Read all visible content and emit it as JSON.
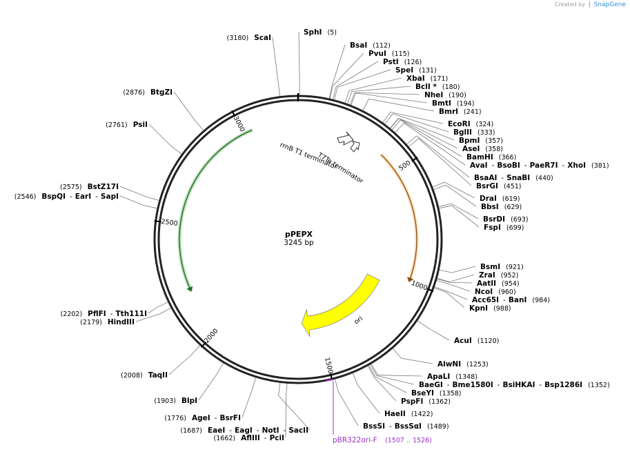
{
  "credit": {
    "prefix": "Created by",
    "brand": "SnapGene"
  },
  "plasmid": {
    "name": "pPEPX",
    "size_label": "3245 bp",
    "length": 3245
  },
  "ticks": [
    {
      "pos": 500,
      "label": "500"
    },
    {
      "pos": 1000,
      "label": "1000"
    },
    {
      "pos": 1500,
      "label": "1500"
    },
    {
      "pos": 2000,
      "label": "2000"
    },
    {
      "pos": 2500,
      "label": "2500"
    },
    {
      "pos": 3000,
      "label": "3000"
    }
  ],
  "features": [
    {
      "name": "orange-arc",
      "start": 400,
      "end": 1000,
      "color": "#f0a030",
      "dir": "cw",
      "label": ""
    },
    {
      "name": "ori",
      "start": 1050,
      "end": 1600,
      "color": "#ffff00",
      "dir": "ccw",
      "label": "ori"
    },
    {
      "name": "green-arc",
      "start": 2200,
      "end": 3040,
      "color": "#2a9a2a",
      "dir": "ccw",
      "label": ""
    },
    {
      "name": "rrnb-terminator",
      "label": "rrnB T1 terminator"
    },
    {
      "name": "t7te-terminator",
      "label": "T7Te terminator"
    }
  ],
  "primer": {
    "label": "pBR322ori-F",
    "range": "(1507 .. 1526)",
    "color": "#9a2fd0"
  },
  "sites": [
    {
      "pos": 5,
      "segs": [
        {
          "n": "SphI"
        }
      ],
      "num": "(5)",
      "side": "R"
    },
    {
      "pos": 112,
      "segs": [
        {
          "n": "BsaI"
        }
      ],
      "num": "(112)",
      "side": "R"
    },
    {
      "pos": 115,
      "segs": [
        {
          "n": "PvuI"
        }
      ],
      "num": "(115)",
      "side": "R"
    },
    {
      "pos": 126,
      "segs": [
        {
          "n": "PstI"
        }
      ],
      "num": "(126)",
      "side": "R"
    },
    {
      "pos": 131,
      "segs": [
        {
          "n": "SpeI"
        }
      ],
      "num": "(131)",
      "side": "R"
    },
    {
      "pos": 171,
      "segs": [
        {
          "n": "XbaI"
        }
      ],
      "num": "(171)",
      "side": "R"
    },
    {
      "pos": 180,
      "segs": [
        {
          "n": "BclI *"
        }
      ],
      "num": "(180)",
      "side": "R"
    },
    {
      "pos": 190,
      "segs": [
        {
          "n": "NheI"
        }
      ],
      "num": "(190)",
      "side": "R"
    },
    {
      "pos": 194,
      "segs": [
        {
          "n": "BmtI"
        }
      ],
      "num": "(194)",
      "side": "R"
    },
    {
      "pos": 241,
      "segs": [
        {
          "n": "BmrI"
        }
      ],
      "num": "(241)",
      "side": "R"
    },
    {
      "pos": 324,
      "segs": [
        {
          "n": "EcoRI"
        }
      ],
      "num": "(324)",
      "side": "R"
    },
    {
      "pos": 333,
      "segs": [
        {
          "n": "BglII"
        }
      ],
      "num": "(333)",
      "side": "R"
    },
    {
      "pos": 357,
      "segs": [
        {
          "n": "BpmI"
        }
      ],
      "num": "(357)",
      "side": "R"
    },
    {
      "pos": 358,
      "segs": [
        {
          "n": "AseI"
        }
      ],
      "num": "(358)",
      "side": "R"
    },
    {
      "pos": 366,
      "segs": [
        {
          "n": "BamHI"
        }
      ],
      "num": "(366)",
      "side": "R"
    },
    {
      "pos": 381,
      "segs": [
        {
          "n": "AvaI"
        },
        {
          "n": "BsoBI"
        },
        {
          "n": "PaeR7I"
        },
        {
          "n": "XhoI"
        }
      ],
      "num": "(381)",
      "side": "R"
    },
    {
      "pos": 440,
      "segs": [
        {
          "n": "BsaAI"
        },
        {
          "n": "SnaBI"
        }
      ],
      "num": "(440)",
      "side": "R"
    },
    {
      "pos": 451,
      "segs": [
        {
          "n": "BsrGI"
        }
      ],
      "num": "(451)",
      "side": "R"
    },
    {
      "pos": 619,
      "segs": [
        {
          "n": "DraI"
        }
      ],
      "num": "(619)",
      "side": "R"
    },
    {
      "pos": 629,
      "segs": [
        {
          "n": "BbsI"
        }
      ],
      "num": "(629)",
      "side": "R"
    },
    {
      "pos": 693,
      "segs": [
        {
          "n": "BsrDI"
        }
      ],
      "num": "(693)",
      "side": "R"
    },
    {
      "pos": 699,
      "segs": [
        {
          "n": "FspI"
        }
      ],
      "num": "(699)",
      "side": "R"
    },
    {
      "pos": 921,
      "segs": [
        {
          "n": "BsmI"
        }
      ],
      "num": "(921)",
      "side": "R"
    },
    {
      "pos": 952,
      "segs": [
        {
          "n": "ZraI"
        }
      ],
      "num": "(952)",
      "side": "R"
    },
    {
      "pos": 954,
      "segs": [
        {
          "n": "AatII"
        }
      ],
      "num": "(954)",
      "side": "R"
    },
    {
      "pos": 960,
      "segs": [
        {
          "n": "NcoI"
        }
      ],
      "num": "(960)",
      "side": "R"
    },
    {
      "pos": 984,
      "segs": [
        {
          "n": "Acc65I"
        },
        {
          "n": "BanI"
        }
      ],
      "num": "(984)",
      "side": "R"
    },
    {
      "pos": 988,
      "segs": [
        {
          "n": "KpnI"
        }
      ],
      "num": "(988)",
      "side": "R"
    },
    {
      "pos": 1120,
      "segs": [
        {
          "n": "AcuI"
        }
      ],
      "num": "(1120)",
      "side": "R"
    },
    {
      "pos": 1253,
      "segs": [
        {
          "n": "AlwNI"
        }
      ],
      "num": "(1253)",
      "side": "R"
    },
    {
      "pos": 1348,
      "segs": [
        {
          "n": "ApaLI"
        }
      ],
      "num": "(1348)",
      "side": "R"
    },
    {
      "pos": 1352,
      "segs": [
        {
          "n": "BaeGI"
        },
        {
          "n": "Bme1580I"
        },
        {
          "n": "BsiHKAI"
        },
        {
          "n": "Bsp1286I"
        }
      ],
      "num": "(1352)",
      "side": "R"
    },
    {
      "pos": 1358,
      "segs": [
        {
          "n": "BseYI"
        }
      ],
      "num": "(1358)",
      "side": "R"
    },
    {
      "pos": 1362,
      "segs": [
        {
          "n": "PspFI"
        }
      ],
      "num": "(1362)",
      "side": "R"
    },
    {
      "pos": 1422,
      "segs": [
        {
          "n": "HaeII"
        }
      ],
      "num": "(1422)",
      "side": "R"
    },
    {
      "pos": 1489,
      "segs": [
        {
          "n": "BssSI"
        },
        {
          "n": "BssSαI"
        }
      ],
      "num": "(1489)",
      "side": "R"
    },
    {
      "pos": 1662,
      "segs": [
        {
          "n": "AflIII"
        },
        {
          "n": "PciI"
        }
      ],
      "num": "(1662)",
      "side": "L"
    },
    {
      "pos": 1687,
      "segs": [
        {
          "n": "EaeI"
        },
        {
          "n": "EagI"
        },
        {
          "n": "NotI"
        },
        {
          "n": "SacII"
        }
      ],
      "num": "(1687)",
      "side": "L"
    },
    {
      "pos": 1776,
      "segs": [
        {
          "n": "AgeI"
        },
        {
          "n": "BsrFI"
        }
      ],
      "num": "(1776)",
      "side": "L"
    },
    {
      "pos": 1903,
      "segs": [
        {
          "n": "BlpI"
        }
      ],
      "num": "(1903)",
      "side": "L"
    },
    {
      "pos": 2008,
      "segs": [
        {
          "n": "TaqII"
        }
      ],
      "num": "(2008)",
      "side": "L"
    },
    {
      "pos": 2179,
      "segs": [
        {
          "n": "HindIII"
        }
      ],
      "num": "(2179)",
      "side": "L"
    },
    {
      "pos": 2202,
      "segs": [
        {
          "n": "PflFI"
        },
        {
          "n": "Tth111I"
        }
      ],
      "num": "(2202)",
      "side": "L"
    },
    {
      "pos": 2546,
      "segs": [
        {
          "n": "BspQI"
        },
        {
          "n": "EarI"
        },
        {
          "n": "SapI"
        }
      ],
      "num": "(2546)",
      "side": "L"
    },
    {
      "pos": 2575,
      "segs": [
        {
          "n": "BstZ17I"
        }
      ],
      "num": "(2575)",
      "side": "L"
    },
    {
      "pos": 2761,
      "segs": [
        {
          "n": "PsiI"
        }
      ],
      "num": "(2761)",
      "side": "L"
    },
    {
      "pos": 2876,
      "segs": [
        {
          "n": "BtgZI"
        }
      ],
      "num": "(2876)",
      "side": "L"
    },
    {
      "pos": 3180,
      "segs": [
        {
          "n": "ScaI"
        }
      ],
      "num": "(3180)",
      "side": "L"
    }
  ]
}
